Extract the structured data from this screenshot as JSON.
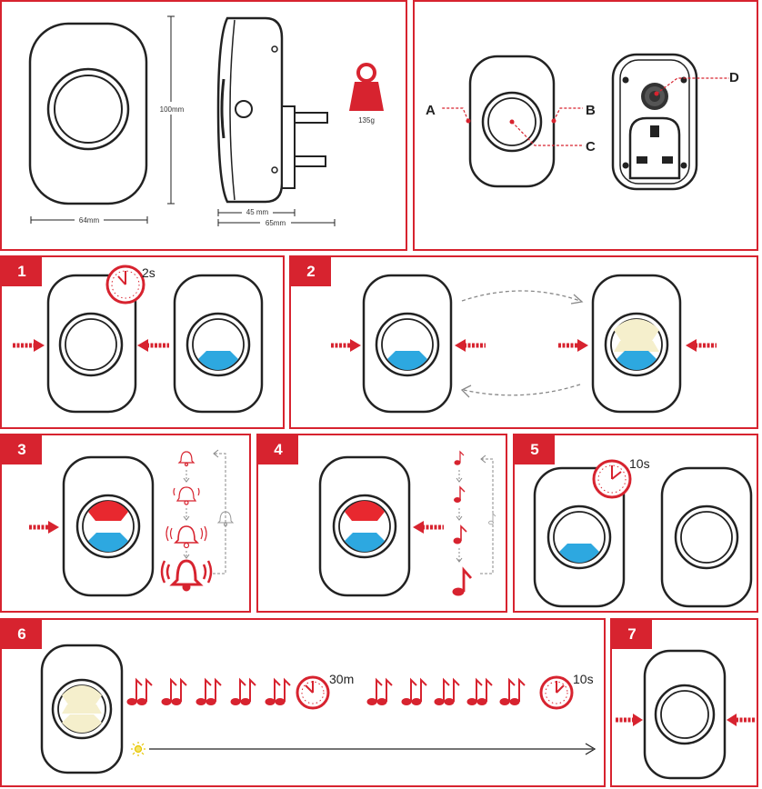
{
  "dimensions": {
    "height": "100mm",
    "width": "64mm",
    "depth_body": "45 mm",
    "depth_total": "65mm",
    "weight": "135g"
  },
  "callouts": {
    "a": "A",
    "b": "B",
    "c": "C",
    "d": "D"
  },
  "steps": {
    "s1": {
      "number": "1",
      "timer": "2s"
    },
    "s2": {
      "number": "2"
    },
    "s3": {
      "number": "3"
    },
    "s4": {
      "number": "4"
    },
    "s5": {
      "number": "5",
      "timer": "10s"
    },
    "s6": {
      "number": "6",
      "timer_a": "30m",
      "timer_b": "10s"
    },
    "s7": {
      "number": "7"
    }
  },
  "colors": {
    "accent": "#d7232f",
    "blue": "#2da8e0",
    "red": "#e8282f",
    "cream": "#f5efcc",
    "outline": "#222222"
  }
}
